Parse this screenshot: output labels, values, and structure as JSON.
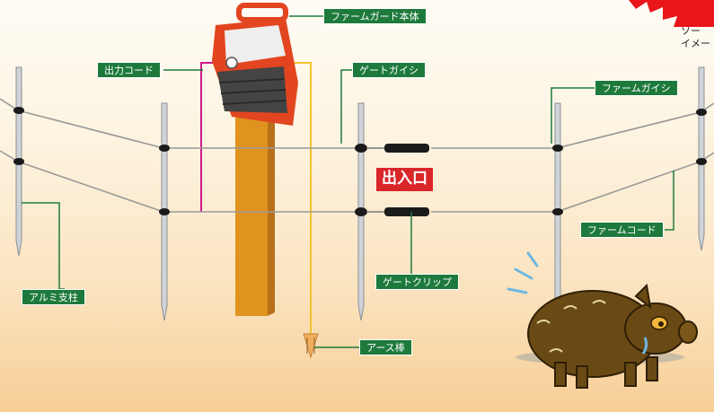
{
  "labels": {
    "farm_guard": "ファームガード本体",
    "output_cord": "出力コード",
    "gate_insulator": "ゲートガイシ",
    "farm_insulator": "ファームガイシ",
    "entrance": "出入口",
    "farm_cord": "ファームコード",
    "aluminum_post": "アルミ支柱",
    "gate_clip": "ゲートクリップ",
    "earth_rod": "アース棒"
  },
  "notice": {
    "line1": "ソー",
    "line2": "イメー"
  },
  "colors": {
    "label_bg": "#1e7a3c",
    "entrance_bg": "#d9262a",
    "device_body": "#e2451f",
    "output_cord": "#cc1a8c",
    "earth_cord": "#f2c230",
    "wire": "#999999",
    "wood_post": "#e0931e"
  }
}
